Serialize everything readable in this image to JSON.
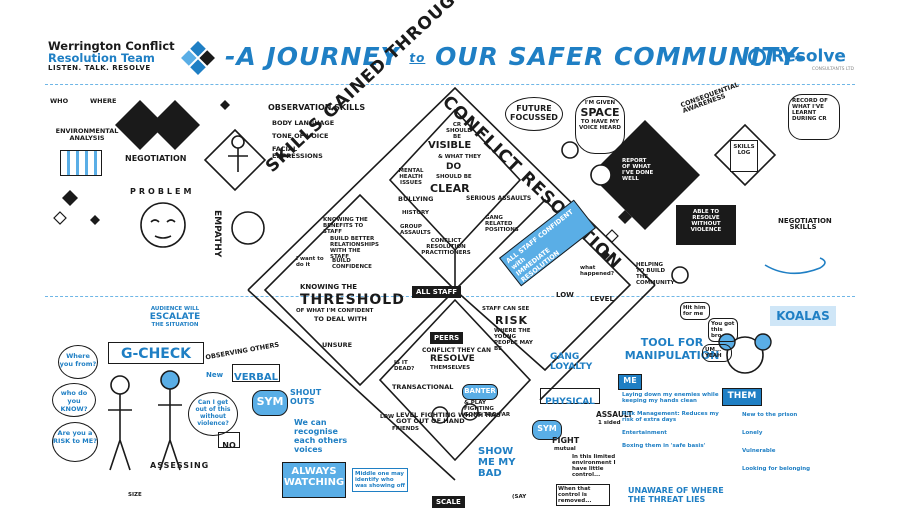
{
  "colors": {
    "blue": "#1f7fc4",
    "light_blue": "#5aaee6",
    "ink": "#1a1a1a"
  },
  "header": {
    "org_line1": "Werrington Conflict",
    "org_line2": "Resolution Team",
    "tagline": "LISTEN. TALK. RESOLVE",
    "title_part1": "-A JOURNEY",
    "title_to": "to",
    "title_part2": "OUR SAFER COMMUNITY-",
    "partner_logo": "Resolve",
    "partner_sub": "CONSULTANTS LTD"
  },
  "top_left": {
    "who": "WHO",
    "where": "WHERE",
    "env": "ENVIRONMENTAL ANALYSIS",
    "negotiation": "NEGOTIATION",
    "problem": "PROBLEM"
  },
  "observation": {
    "title": "OBSERVATION SKILLS",
    "items": [
      "BODY LANGUAGE",
      "TONE OF VOICE",
      "FACIAL EXPRESSIONS"
    ]
  },
  "skills_gained": "SKILLS GAINED THROUGH",
  "conflict_resolution": "CONFLICT RESOLUTION",
  "empathy": "EMPATHY",
  "top_diamond": {
    "cr_should_be": "CR SHOULD BE",
    "visible": "VISIBLE",
    "what_they": "& WHAT THEY",
    "do": "DO",
    "should_be": "SHOULD BE",
    "clear": "CLEAR",
    "mental": "MENTAL HEALTH ISSUES",
    "bullying": "BULLYING",
    "serious": "SERIOUS ASSAULTS",
    "history": "HISTORY",
    "group": "GROUP ASSAULTS",
    "gang": "GANG RELATED POSITIONS",
    "practitioners": "CONFLICT RESOLUTION PRACTITIONERS"
  },
  "left_diamond_text": {
    "benefits": "KNOWING THE BENEFITS TO STAFF",
    "rapport": "BUILD BETTER RELATIONSHIPS WITH THE STAFF",
    "confidence": "BUILD CONFIDENCE",
    "want": "I want to do it",
    "knowing": "KNOWING THE",
    "threshold": "THRESHOLD",
    "confident": "OF WHAT I'M CONFIDENT",
    "deal": "TO DEAL WITH",
    "unsure": "UNSURE",
    "all_staff": "ALL STAFF"
  },
  "right_diamond": {
    "all_staff_confident": "ALL STAFF CONFIDENT",
    "immediate": "IMMEDIATE RESOLUTION",
    "with": "with",
    "what_happened": "what happened?",
    "helping": "HELPING TO BUILD THE COMMUNITY",
    "low": "LOW",
    "level": "LEVEL",
    "staff_see": "STAFF CAN SEE",
    "risk": "RISK",
    "where": "WHERE THE YOUNG PEOPLE MAY BE"
  },
  "top_right": {
    "future": "FUTURE FOCUSSED",
    "space_1": "I'M GIVEN",
    "space_2": "SPACE",
    "space_3": "TO HAVE MY VOICE HEARD",
    "consequential": "CONSEQUENTIAL AWARENESS",
    "record": "RECORD OF WHAT I'VE LEARNT DURING CR",
    "report": "REPORT OF WHAT I'VE DONE WELL",
    "skills_log": "SKILLS LOG",
    "resolve": "ABLE TO RESOLVE WITHOUT VIOLENCE",
    "negotiation_skills": "NEGOTIATION SKILLS"
  },
  "bottom_left": {
    "audience": "AUDIENCE WILL",
    "escalate": "ESCALATE",
    "situation": "THE SITUATION",
    "gcheck": "G-CHECK",
    "observing": "OBSERVING OTHERS",
    "where_from": "Where you from?",
    "who_know": "who do you KNOW?",
    "risk_me": "Are you a RISK to ME?",
    "can_i": "Can I get out of this without violence?",
    "new": "New",
    "verbal": "VERBAL",
    "no": "NO",
    "sym": "SYM",
    "shout": "SHOUT OUTS",
    "recognise": "We can recognise each others voices",
    "always": "ALWAYS",
    "watching": "WATCHING",
    "assessing": "ASSESSING",
    "size": "SIZE",
    "middle": "Middle one may identify who was showing off"
  },
  "bottom_middle": {
    "peers": "PEERS",
    "conflict": "CONFLICT THEY CAN",
    "resolve": "RESOLVE",
    "themselves": "THEMSELVES",
    "is_dead": "IS IT DEAD?",
    "transactional": "TRANSACTIONAL",
    "banter": "BANTER",
    "play": "& PLAY FIGHTING GONE TOO FAR",
    "level_fighting": "LEVEL FIGHTING WHICH HAS GOT OUT OF HAND",
    "low": "LOW",
    "friends": "FRIENDS",
    "scale": "SCALE"
  },
  "bottom_center_right": {
    "gang": "GANG LOYALTY",
    "physical": "PHYSICAL",
    "assault": "ASSAULT",
    "sided": "1 sided",
    "sym": "SYM",
    "fight": "FIGHT",
    "mutual": "mutual",
    "show": "SHOW ME MY BAD",
    "say": "(SAY",
    "limited": "In this limited environment I have little control...",
    "when": "When that control is removed..."
  },
  "bottom_right": {
    "hit": "Hit him for me",
    "got": "You got this bro",
    "tool_1": "TOOL FOR",
    "tool_2": "MANIPULATION",
    "um": "UM... YEAH",
    "koalas": "KOALAS",
    "me": "ME",
    "them": "THEM",
    "me_items": [
      "Laying down my enemies while keeping my hands clean",
      "Risk Management: Reduces my risk of extra days",
      "Entertainment",
      "Boxing them in 'safe basis'"
    ],
    "them_items": [
      "New to the prison",
      "Lonely",
      "Vulnerable",
      "Looking for belonging"
    ],
    "unaware": "UNAWARE OF WHERE THE THREAT LIES"
  }
}
